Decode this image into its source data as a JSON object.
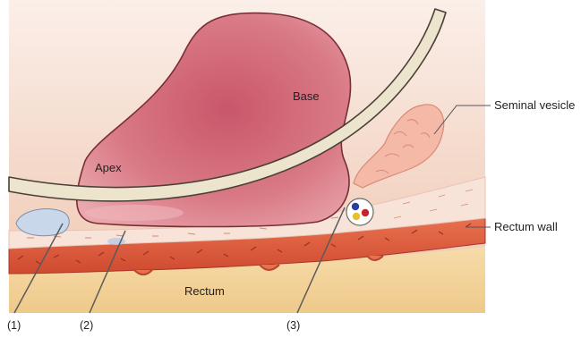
{
  "labels": {
    "base": "Base",
    "apex": "Apex",
    "seminal_vesicle": "Seminal vesicle",
    "rectum_wall": "Rectum wall",
    "rectum": "Rectum",
    "marker_1": "(1)",
    "marker_2": "(2)",
    "marker_3": "(3)"
  },
  "colors": {
    "background_gradient_top": "#f7e4dc",
    "background_gradient_bottom": "#f0c9b3",
    "prostate": "#d97a86",
    "prostate_highlight": "#f0b6bb",
    "arc_band": "#ece4cc",
    "arc_outline": "#4a4036",
    "fascia": "#f7dfd3",
    "rectum_wall": "#d9573a",
    "rectum_lumen": "#f2cf95",
    "seminal_vesicle": "#f4b9a7",
    "bladder_bubble": "#c9d7ea",
    "needle": "#5a5a5a"
  },
  "icons": {
    "catheter_section": "circle-with-three-colored-dots"
  }
}
